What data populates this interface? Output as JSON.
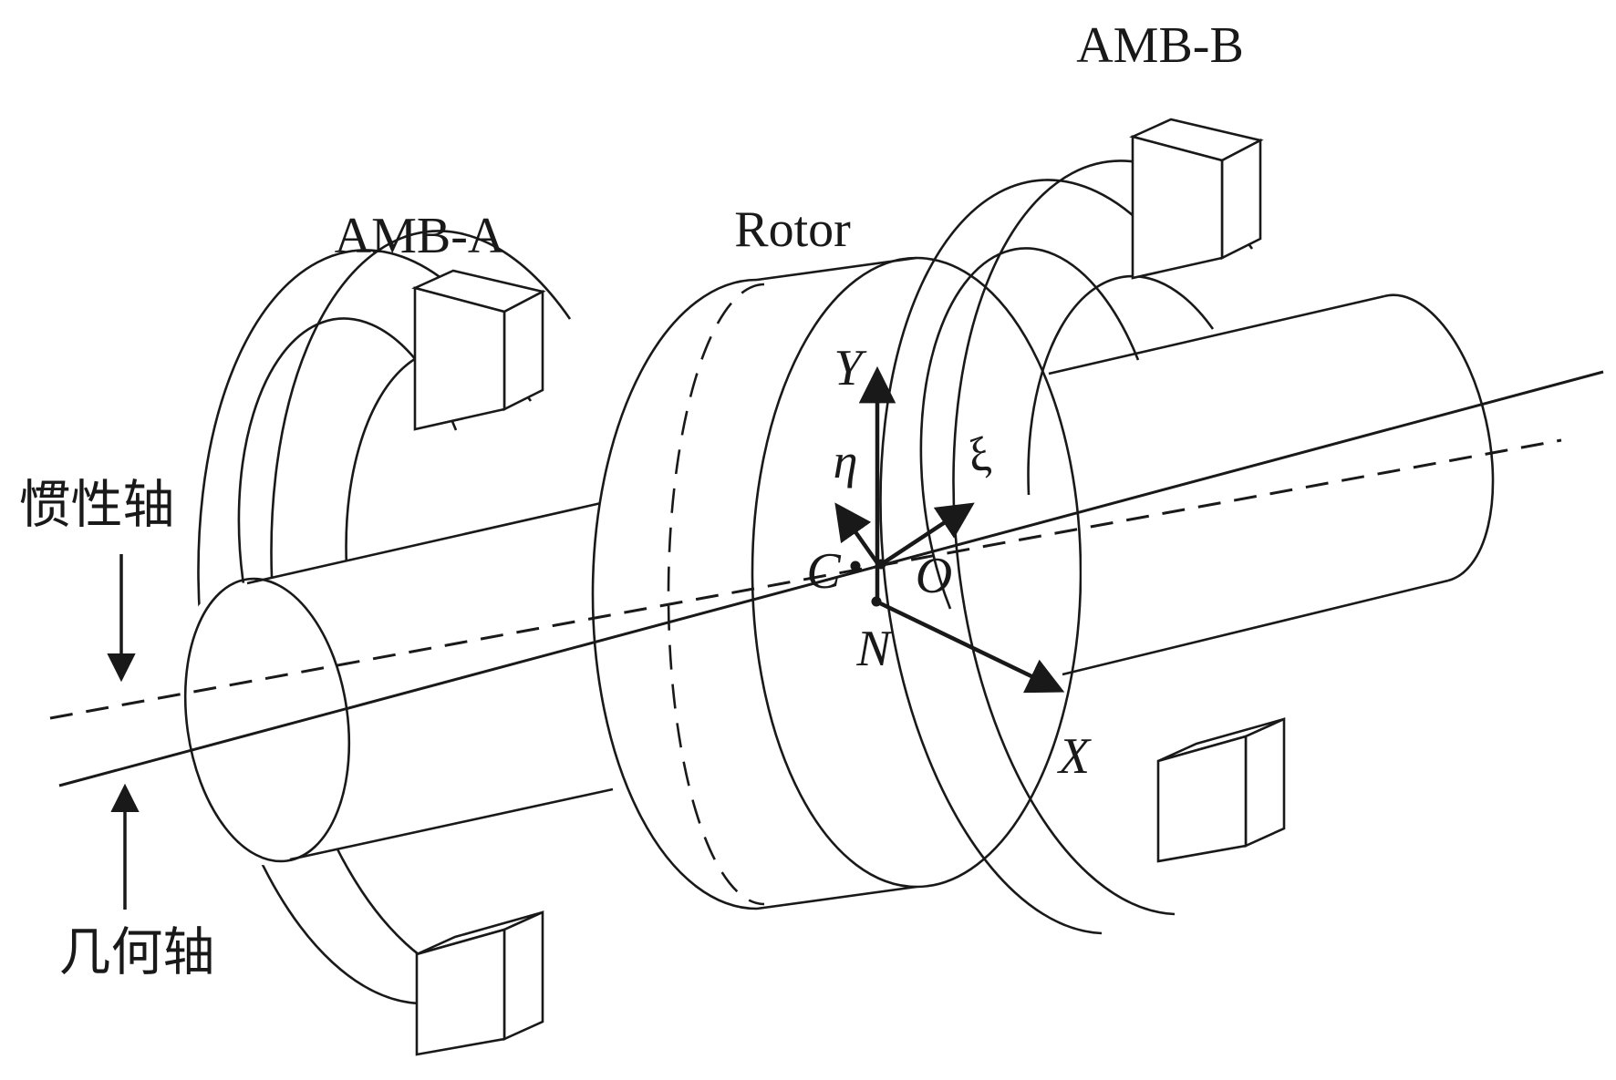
{
  "figure": {
    "title_labels": {
      "amb_a": "AMB-A",
      "rotor": "Rotor",
      "amb_b": "AMB-B"
    },
    "axis_annotations": {
      "inertia_axis": "惯性轴",
      "geometric_axis": "几何轴"
    },
    "frame": {
      "y": "Y",
      "eta": "η",
      "xi": "ξ",
      "x": "X",
      "c": "C",
      "o": "O",
      "n": "N"
    },
    "colors": {
      "ink": "#191919",
      "background": "#ffffff"
    }
  }
}
